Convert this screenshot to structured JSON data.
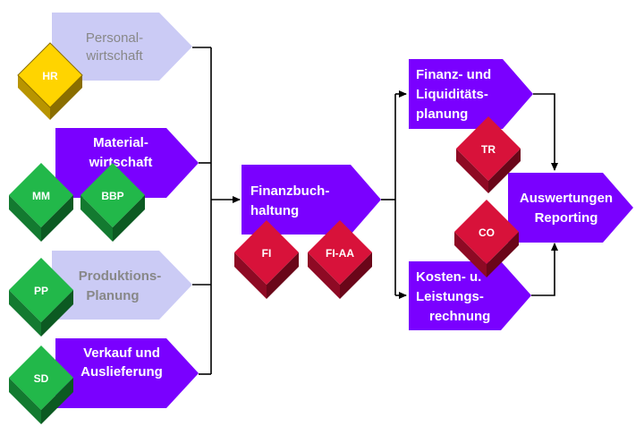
{
  "colors": {
    "purple": "#7a00ff",
    "lavender": "#cbcbf5",
    "yellow": "#ffd400",
    "green": "#22b84a",
    "red": "#d8123a",
    "connector": "#000000",
    "text_dark_bg": "#ffffff",
    "text_light_bg": "#888888"
  },
  "boxes": {
    "personal": {
      "line1": "Personal-",
      "line2": "wirtschaft"
    },
    "material": {
      "line1": "Material-",
      "line2": "wirtschaft"
    },
    "produktion": {
      "line1": "Produktions-",
      "line2": "Planung"
    },
    "verkauf": {
      "line1": "Verkauf und",
      "line2": "Auslieferung"
    },
    "finanzbuch": {
      "line1": "Finanzbuch-",
      "line2": "haltung"
    },
    "finanz_liq": {
      "line1": "Finanz- und",
      "line2": "Liquiditäts-",
      "line3": "planung"
    },
    "kosten": {
      "line1": "Kosten- u.",
      "line2": "Leistungs-",
      "line3": "rechnung"
    },
    "auswertungen": {
      "line1": "Auswertungen",
      "line2": "Reporting"
    }
  },
  "modules": {
    "hr": "HR",
    "mm": "MM",
    "bbp": "BBP",
    "pp": "PP",
    "sd": "SD",
    "fi": "FI",
    "fi_aa": "FI-AA",
    "tr": "TR",
    "co": "CO"
  }
}
